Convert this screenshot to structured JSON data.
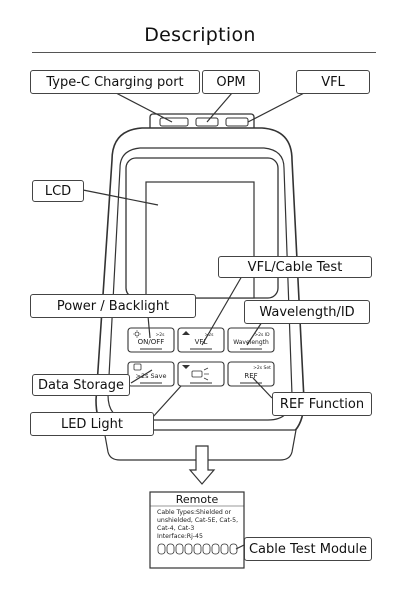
{
  "title": "Description",
  "callouts": {
    "type_c": "Type-C Charging port",
    "opm": "OPM",
    "vfl": "VFL",
    "lcd": "LCD",
    "vfl_cable_test": "VFL/Cable Test",
    "power_backlight": "Power / Backlight",
    "wavelength_id": "Wavelength/ID",
    "data_storage": "Data Storage",
    "ref_function": "REF Function",
    "led_light": "LED Light",
    "cable_test_module": "Cable Test Module"
  },
  "keys": {
    "onoff_hint": ">2s",
    "onoff_label": "ON/OFF",
    "vfl_hint": ">2s",
    "vfl_label": "VFL",
    "wl_hint": ">2s ID",
    "wl_label": "Wavelength",
    "save_label": ">2s Save",
    "ref_hint": ">2s Set",
    "ref_label": "REF"
  },
  "remote": {
    "title": "Remote",
    "line1": "Cable Types:Shielded or",
    "line2": "unshielded, Cat-5E, Cat-5,",
    "line3": "Cat-4, Cat-3",
    "line4": "Interface:Rj-45"
  },
  "colors": {
    "line": "#333333",
    "body": "#ffffff"
  }
}
